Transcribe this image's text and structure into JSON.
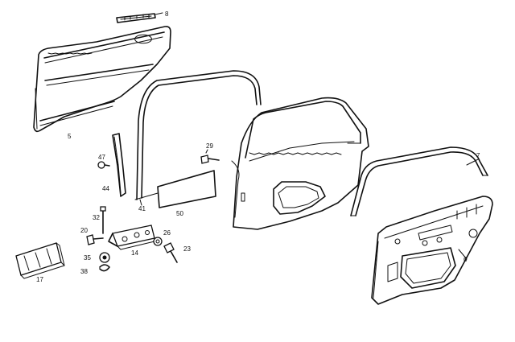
{
  "diagram": {
    "callouts": {
      "p8": "8",
      "p5": "5",
      "p47": "47",
      "p44": "44",
      "p41": "41",
      "p50": "50",
      "p29": "29",
      "p7": "7",
      "p6": "6",
      "p32": "32",
      "p20": "20",
      "p26": "26",
      "p23": "23",
      "p35": "35",
      "p14": "14",
      "p38": "38",
      "p17": "17"
    }
  }
}
